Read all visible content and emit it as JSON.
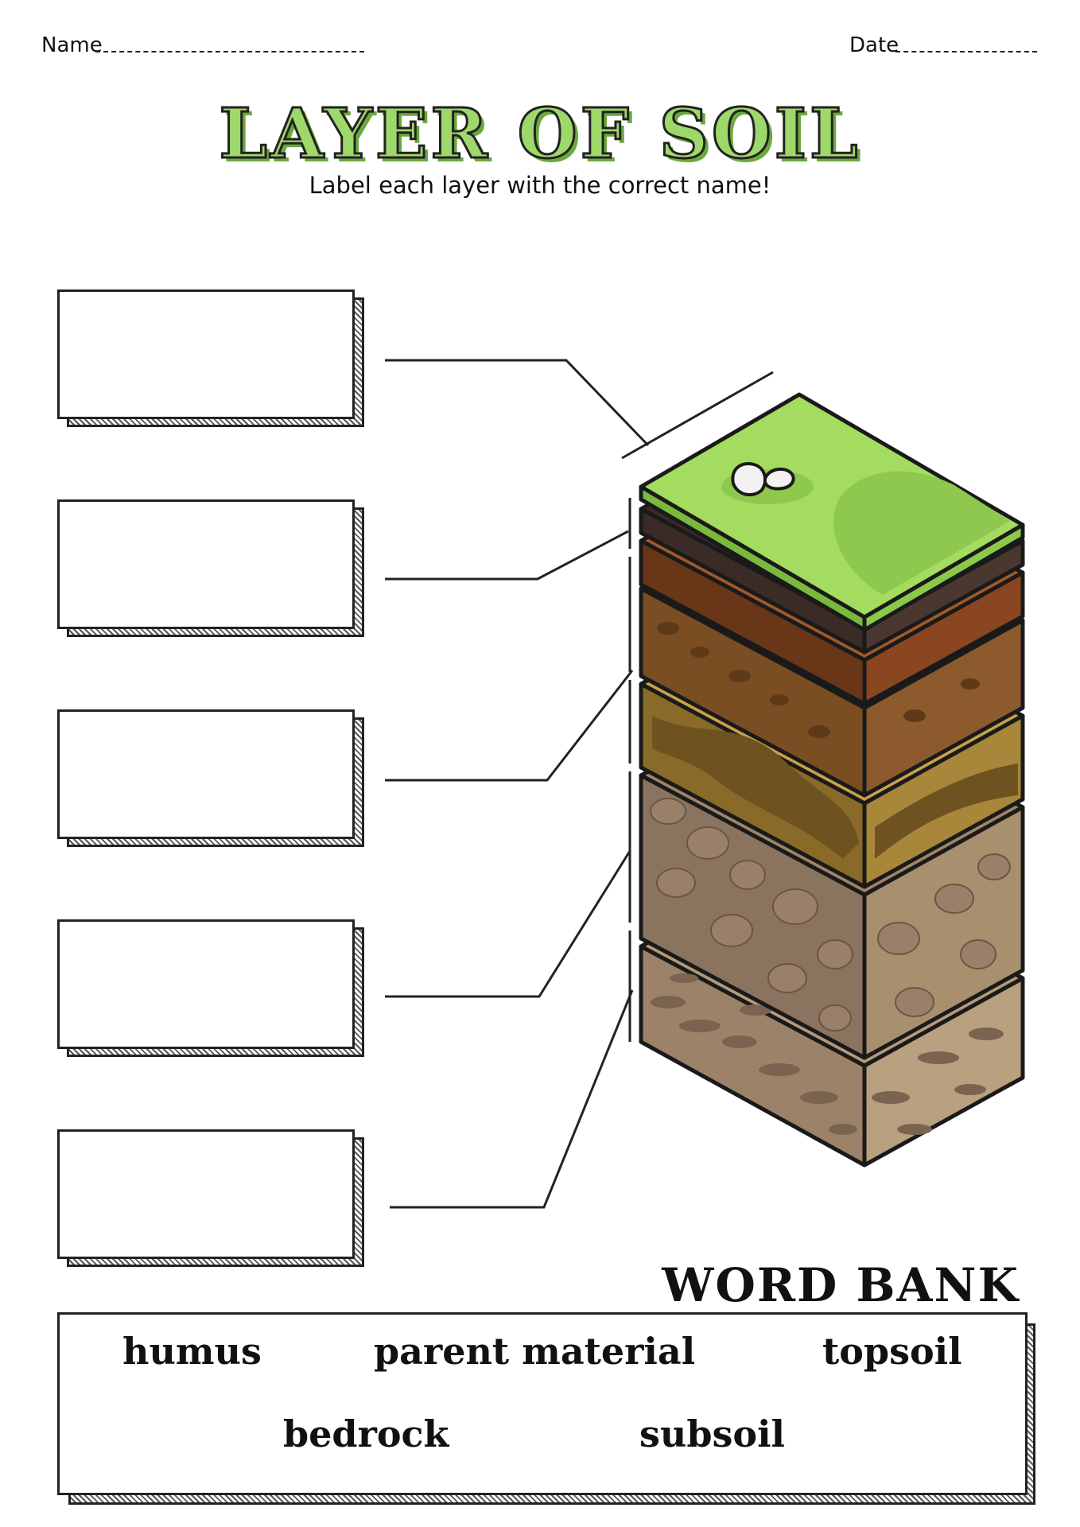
{
  "header": {
    "name_label": "Name",
    "date_label": "Date"
  },
  "title": "LAYER OF SOIL",
  "subtitle": "Label each layer with the correct name!",
  "word_bank": {
    "title": "WORD BANK",
    "words": [
      "humus",
      "parent material",
      "topsoil",
      "bedrock",
      "subsoil"
    ]
  },
  "colors": {
    "title_fill": "#9fd86a",
    "grass": "#a3dc5e",
    "humus": "#3a2b26",
    "topsoil": "#7a4020",
    "subsoil": "#8c5a2c",
    "parent_material": "#8a6a28",
    "bedrock_gravel": "#8a7460",
    "bedrock_base": "#9c8268"
  },
  "icons": {
    "rocks": "rock-icon"
  }
}
